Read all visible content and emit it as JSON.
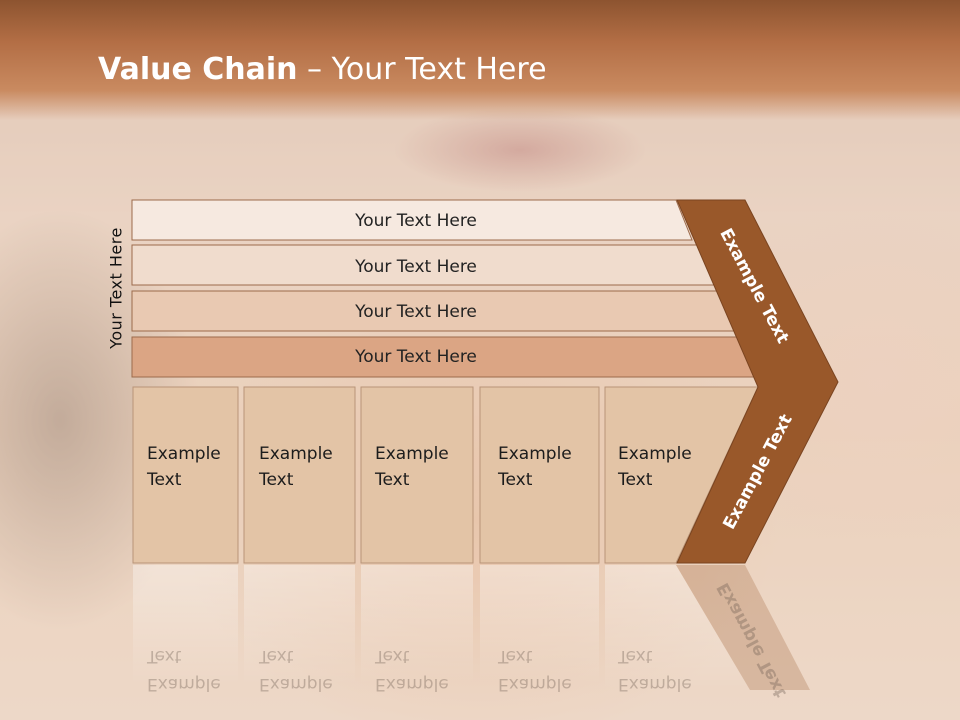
{
  "slide": {
    "title_bold": "Value Chain",
    "title_rest": " – Your Text Here",
    "vertical_label": "Your Text Here",
    "bars": [
      {
        "label": "Your Text Here",
        "color": "#f6e9e0"
      },
      {
        "label": "Your Text Here",
        "color": "#f0dccd"
      },
      {
        "label": "Your Text Here",
        "color": "#e9c9b2"
      },
      {
        "label": "Your Text Here",
        "color": "#dba584"
      }
    ],
    "boxes": [
      {
        "line1": "Example",
        "line2": "Text"
      },
      {
        "line1": "Example",
        "line2": "Text"
      },
      {
        "line1": "Example",
        "line2": "Text"
      },
      {
        "line1": "Example",
        "line2": "Text"
      },
      {
        "line1": "Example",
        "line2": "Text"
      }
    ],
    "chevron_top_label": "Example Text",
    "chevron_bottom_label": "Example Text",
    "colors": {
      "header": "#b36e45",
      "chevron": "#99582a",
      "box_fill": "#e3c4a6"
    }
  }
}
